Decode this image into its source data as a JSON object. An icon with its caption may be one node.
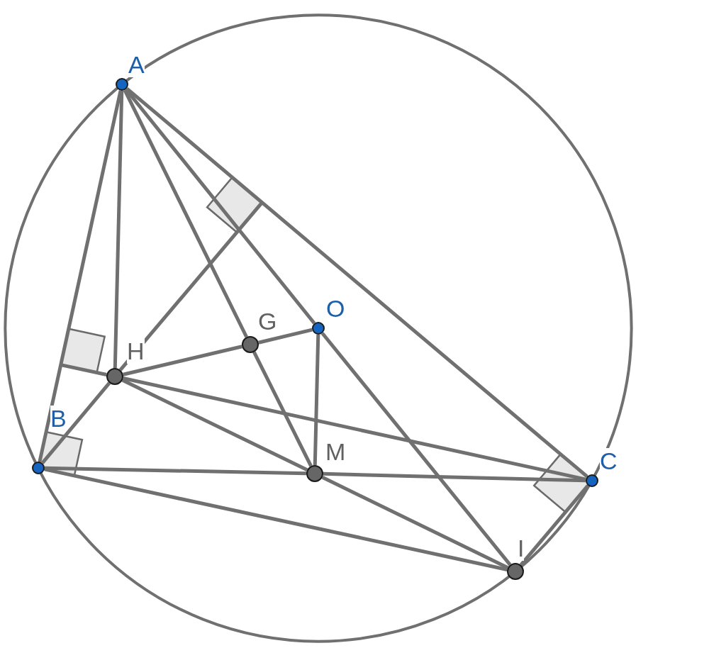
{
  "diagram": {
    "nodes": [
      {
        "text": [
          "A"
        ]
      },
      {
        "text": [
          "O"
        ]
      },
      {
        "text": [
          "G"
        ]
      },
      {
        "text": [
          "H"
        ]
      },
      {
        "text": [
          "B"
        ]
      },
      {
        "text": [
          "M"
        ]
      },
      {
        "text": [
          "C"
        ]
      },
      {
        "text": [
          "I"
        ]
      }
    ],
    "edges": [
      {
        "from": 0,
        "to": 4,
        "arrow": "none"
      },
      {
        "from": 0,
        "to": 6,
        "arrow": "none"
      },
      {
        "from": 4,
        "to": 5,
        "arrow": "none"
      },
      {
        "from": 5,
        "to": 6,
        "arrow": "none"
      },
      {
        "from": 0,
        "to": 3,
        "arrow": "none"
      },
      {
        "from": 4,
        "to": 3,
        "arrow": "none"
      },
      {
        "from": 0,
        "to": 2,
        "arrow": "none"
      },
      {
        "from": 2,
        "to": 5,
        "arrow": "none"
      },
      {
        "from": 0,
        "to": 1,
        "arrow": "none"
      },
      {
        "from": 1,
        "to": 7,
        "arrow": "none"
      },
      {
        "from": 3,
        "to": 2,
        "arrow": "none"
      },
      {
        "from": 2,
        "to": 1,
        "arrow": "none"
      },
      {
        "from": 1,
        "to": 5,
        "arrow": "none"
      },
      {
        "from": 3,
        "to": 6,
        "arrow": "none"
      },
      {
        "from": 3,
        "to": 5,
        "arrow": "none"
      },
      {
        "from": 5,
        "to": 7,
        "arrow": "none"
      },
      {
        "from": 4,
        "to": 7,
        "arrow": "none"
      },
      {
        "from": 6,
        "to": 7,
        "arrow": "none"
      },
      {
        "from": 3,
        "to": null,
        "arrow": "none"
      },
      {
        "from": 3,
        "to": null,
        "arrow": "none"
      }
    ]
  }
}
